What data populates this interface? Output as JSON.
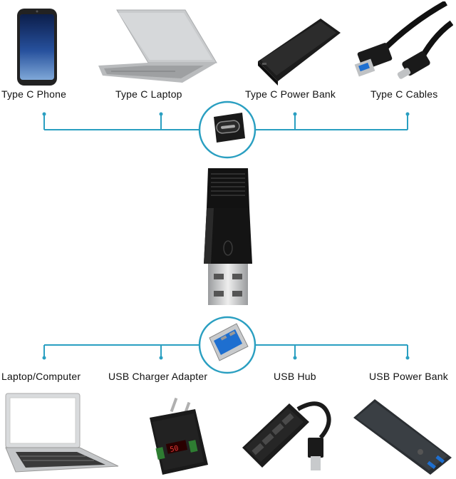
{
  "top_row": {
    "labels": [
      "Type C Phone",
      "Type C Laptop",
      "Type C Power Bank",
      "Type C Cables"
    ]
  },
  "bottom_row": {
    "labels": [
      "Laptop/Computer",
      "USB Charger Adapter",
      "USB Hub",
      "USB Power Bank"
    ]
  },
  "adapter": {
    "charger_display": "50"
  },
  "colors": {
    "connector_line": "#2a9fc1",
    "adapter_body": "#111111",
    "usb3_blue": "#1e6fd0",
    "charger_display": "#e53935"
  },
  "icons": [
    "phone-icon",
    "laptop-icon",
    "power-bank-icon",
    "usb-c-cable-icon",
    "usb-c-port-icon",
    "usb-a-plug-icon",
    "usb-charger-icon",
    "usb-hub-icon"
  ]
}
